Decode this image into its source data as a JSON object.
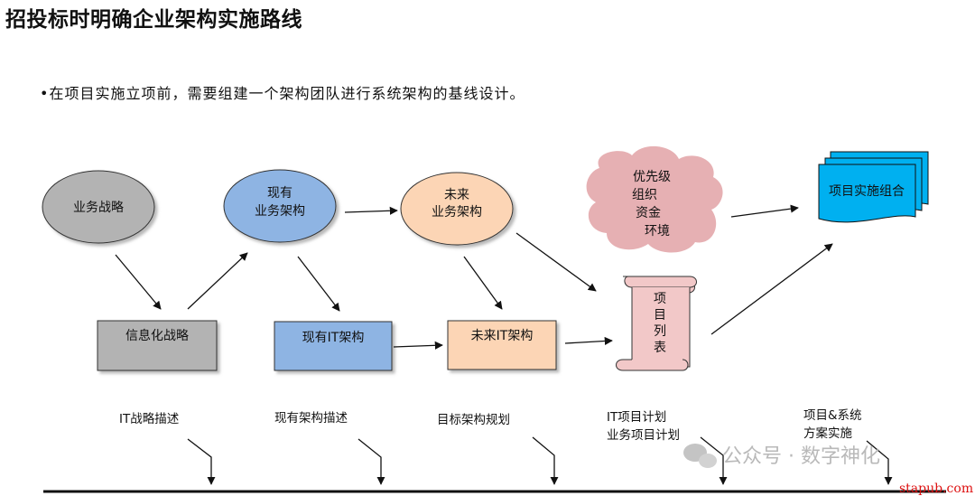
{
  "title": "招投标时明确企业架构实施路线",
  "bullet": "•在项目实施立项前，需要组建一个架构团队进行系统架构的基线设计。",
  "nodes": {
    "business_strategy": "业务战略",
    "current_business_arch": [
      "现有",
      "业务架构"
    ],
    "future_business_arch": [
      "未来",
      "业务架构"
    ],
    "priorities": [
      "优先级",
      "组织",
      "资金",
      "环境"
    ],
    "project_portfolio": "项目实施组合",
    "info_strategy": "信息化战略",
    "current_it_arch": "现有IT架构",
    "future_it_arch": "未来IT架构",
    "project_list": [
      "项",
      "目",
      "列",
      "表"
    ]
  },
  "timeline": {
    "stages": [
      [
        "IT战略描述"
      ],
      [
        "现有架构描述"
      ],
      [
        "目标架构规划"
      ],
      [
        "IT项目计划",
        "业务项目计划"
      ],
      [
        "项目&系统",
        "方案实施"
      ]
    ]
  },
  "watermark": "公众号 · 数字神化",
  "source": "stapub.com",
  "colors": {
    "gray": "#b3b3b3",
    "blue": "#8eb4e3",
    "peach": "#fcd5b5",
    "pink_cloud": "#e6b0b3",
    "pink_scroll": "#f2c8c8",
    "cyan_doc": "#00b0f0"
  }
}
